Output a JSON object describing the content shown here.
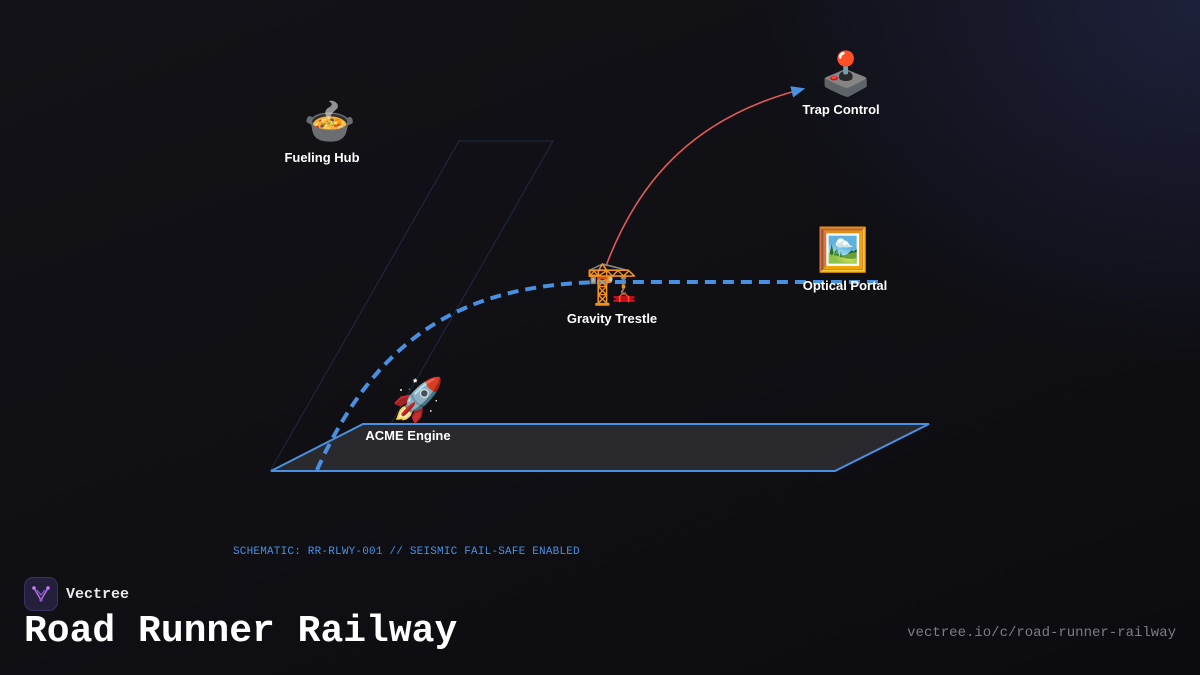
{
  "nodes": [
    {
      "id": "fueling-hub",
      "label": "Fueling Hub",
      "icon": "curry-pot-icon",
      "glyph": "🍲"
    },
    {
      "id": "trap-control",
      "label": "Trap Control",
      "icon": "joystick-icon",
      "glyph": "🕹️"
    },
    {
      "id": "gravity-trestle",
      "label": "Gravity Trestle",
      "icon": "construction-crane-icon",
      "glyph": "🏗️"
    },
    {
      "id": "optical-portal",
      "label": "Optical Portal",
      "icon": "framed-picture-icon",
      "glyph": "🖼️"
    },
    {
      "id": "acme-engine",
      "label": "ACME Engine",
      "icon": "rocket-icon",
      "glyph": "🚀"
    }
  ],
  "connections": [
    {
      "from": "acme-engine",
      "to": "optical-portal",
      "style": "dashed",
      "color": "#4a90e2"
    },
    {
      "from": "gravity-trestle",
      "to": "trap-control",
      "style": "arrow",
      "color": "#e05a5a",
      "arrow_color": "#4a90e2"
    }
  ],
  "schematic_note": "SCHEMATIC: RR-RLWY-001 // SEISMIC FAIL-SAFE ENABLED",
  "brand": {
    "name": "Vectree",
    "logo_icon": "vectree-logo-icon"
  },
  "title": "Road Runner Railway",
  "url": "vectree.io/c/road-runner-railway",
  "colors": {
    "background": "#0e0e13",
    "accent_blue": "#4a90e2",
    "arrow_red": "#e05a5a",
    "platform_fill": "#2a2a2e",
    "text": "#ffffff",
    "muted": "#7c7c86"
  }
}
